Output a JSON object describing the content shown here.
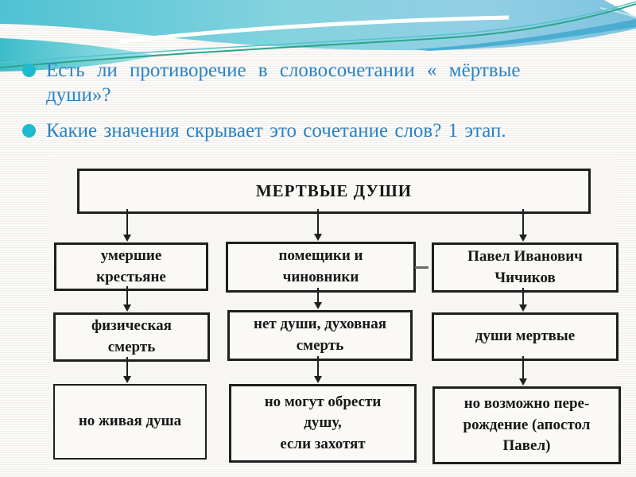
{
  "bullets": [
    {
      "lines": [
        "Есть ли противоречие в словосочетании « мёртвые",
        "души»?"
      ]
    },
    {
      "lines": [
        "Какие значения скрывает это сочетание слов? 1 этап."
      ]
    }
  ],
  "diagram": {
    "title": "МЕРТВЫЕ ДУШИ",
    "columns": [
      {
        "top": "умершие\nкрестьяне",
        "middle": "физическая\nсмерть",
        "bottom": "но живая душа"
      },
      {
        "top": "помещики и\nчиновники",
        "middle": "нет души, духовная\nсмерть",
        "bottom": "но могут обрести\nдушу,\nесли захотят"
      },
      {
        "top": "Павел Иванович\nЧичиков",
        "middle": "души мертвые",
        "bottom": "но возможно пере-\nрождение (апостол\nПавел)"
      }
    ]
  },
  "colors": {
    "bullet_dot_teal": "#1db9cd",
    "bullet_text_blue": "#2b82c4",
    "wave_turquoise": "#4fc2d3",
    "wave_light_blue": "#7fc3e0",
    "wave_green_line": "#2ca488",
    "diagram_ink": "#1f1f1f"
  }
}
